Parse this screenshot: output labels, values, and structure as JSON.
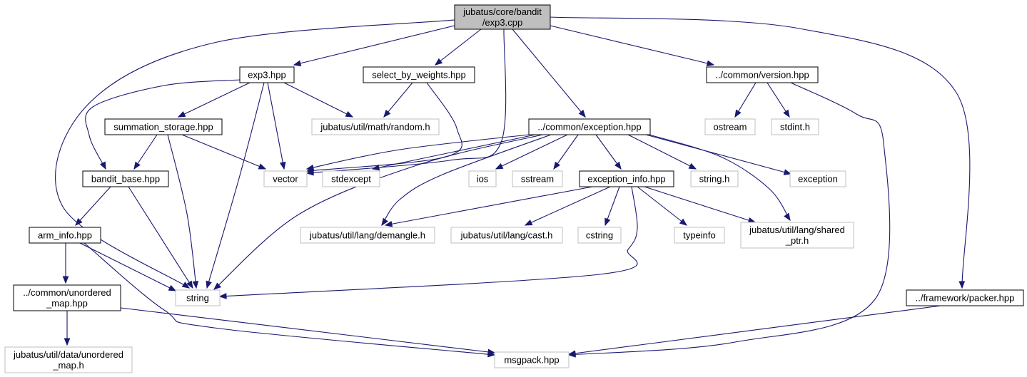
{
  "diagram": {
    "type": "include-dependency-graph",
    "colors": {
      "edge": "#191970",
      "node_border": "#000000",
      "external_border": "#bfbfbf",
      "root_fill": "#bfbfbf"
    },
    "nodes": [
      {
        "id": "exp3_cpp",
        "lines": [
          "jubatus/core/bandit",
          "/exp3.cpp"
        ],
        "kind": "root"
      },
      {
        "id": "exp3_hpp",
        "lines": [
          "exp3.hpp"
        ],
        "kind": "local"
      },
      {
        "id": "select_by_weights",
        "lines": [
          "select_by_weights.hpp"
        ],
        "kind": "local"
      },
      {
        "id": "version_hpp",
        "lines": [
          "../common/version.hpp"
        ],
        "kind": "local"
      },
      {
        "id": "summation_storage",
        "lines": [
          "summation_storage.hpp"
        ],
        "kind": "local"
      },
      {
        "id": "random_h",
        "lines": [
          "jubatus/util/math/random.h"
        ],
        "kind": "external"
      },
      {
        "id": "exception_hpp",
        "lines": [
          "../common/exception.hpp"
        ],
        "kind": "local"
      },
      {
        "id": "ostream",
        "lines": [
          "ostream"
        ],
        "kind": "external"
      },
      {
        "id": "stdint_h",
        "lines": [
          "stdint.h"
        ],
        "kind": "external"
      },
      {
        "id": "bandit_base",
        "lines": [
          "bandit_base.hpp"
        ],
        "kind": "local"
      },
      {
        "id": "vector",
        "lines": [
          "vector"
        ],
        "kind": "external"
      },
      {
        "id": "stdexcept",
        "lines": [
          "stdexcept"
        ],
        "kind": "external"
      },
      {
        "id": "ios",
        "lines": [
          "ios"
        ],
        "kind": "external"
      },
      {
        "id": "sstream",
        "lines": [
          "sstream"
        ],
        "kind": "external"
      },
      {
        "id": "exception_info",
        "lines": [
          "exception_info.hpp"
        ],
        "kind": "local"
      },
      {
        "id": "string_h",
        "lines": [
          "string.h"
        ],
        "kind": "external"
      },
      {
        "id": "exception",
        "lines": [
          "exception"
        ],
        "kind": "external"
      },
      {
        "id": "arm_info",
        "lines": [
          "arm_info.hpp"
        ],
        "kind": "local"
      },
      {
        "id": "demangle_h",
        "lines": [
          "jubatus/util/lang/demangle.h"
        ],
        "kind": "external"
      },
      {
        "id": "cast_h",
        "lines": [
          "jubatus/util/lang/cast.h"
        ],
        "kind": "external"
      },
      {
        "id": "cstring",
        "lines": [
          "cstring"
        ],
        "kind": "external"
      },
      {
        "id": "typeinfo",
        "lines": [
          "typeinfo"
        ],
        "kind": "external"
      },
      {
        "id": "shared_ptr_h",
        "lines": [
          "jubatus/util/lang/shared",
          "_ptr.h"
        ],
        "kind": "external"
      },
      {
        "id": "unordered_map_hpp",
        "lines": [
          "../common/unordered",
          "_map.hpp"
        ],
        "kind": "local"
      },
      {
        "id": "string",
        "lines": [
          "string"
        ],
        "kind": "external"
      },
      {
        "id": "packer_hpp",
        "lines": [
          "../framework/packer.hpp"
        ],
        "kind": "local"
      },
      {
        "id": "util_unordered_map",
        "lines": [
          "jubatus/util/data/unordered",
          "_map.h"
        ],
        "kind": "external"
      },
      {
        "id": "msgpack_hpp",
        "lines": [
          "msgpack.hpp"
        ],
        "kind": "external"
      }
    ],
    "edges": [
      [
        "exp3_cpp",
        "exp3_hpp"
      ],
      [
        "exp3_cpp",
        "select_by_weights"
      ],
      [
        "exp3_cpp",
        "version_hpp"
      ],
      [
        "exp3_cpp",
        "exception_hpp"
      ],
      [
        "exp3_cpp",
        "vector"
      ],
      [
        "exp3_cpp",
        "string"
      ],
      [
        "exp3_cpp",
        "packer_hpp"
      ],
      [
        "exp3_hpp",
        "summation_storage"
      ],
      [
        "exp3_hpp",
        "bandit_base"
      ],
      [
        "exp3_hpp",
        "random_h"
      ],
      [
        "exp3_hpp",
        "vector"
      ],
      [
        "exp3_hpp",
        "string"
      ],
      [
        "select_by_weights",
        "random_h"
      ],
      [
        "select_by_weights",
        "vector"
      ],
      [
        "version_hpp",
        "ostream"
      ],
      [
        "version_hpp",
        "stdint_h"
      ],
      [
        "version_hpp",
        "msgpack_hpp"
      ],
      [
        "summation_storage",
        "bandit_base"
      ],
      [
        "summation_storage",
        "vector"
      ],
      [
        "summation_storage",
        "string"
      ],
      [
        "exception_hpp",
        "vector"
      ],
      [
        "exception_hpp",
        "stdexcept"
      ],
      [
        "exception_hpp",
        "ios"
      ],
      [
        "exception_hpp",
        "sstream"
      ],
      [
        "exception_hpp",
        "exception_info"
      ],
      [
        "exception_hpp",
        "string_h"
      ],
      [
        "exception_hpp",
        "exception"
      ],
      [
        "exception_hpp",
        "demangle_h"
      ],
      [
        "exception_hpp",
        "shared_ptr_h"
      ],
      [
        "exception_hpp",
        "string"
      ],
      [
        "bandit_base",
        "arm_info"
      ],
      [
        "bandit_base",
        "string"
      ],
      [
        "exception_info",
        "demangle_h"
      ],
      [
        "exception_info",
        "cast_h"
      ],
      [
        "exception_info",
        "cstring"
      ],
      [
        "exception_info",
        "typeinfo"
      ],
      [
        "exception_info",
        "shared_ptr_h"
      ],
      [
        "exception_info",
        "string"
      ],
      [
        "arm_info",
        "unordered_map_hpp"
      ],
      [
        "arm_info",
        "string"
      ],
      [
        "arm_info",
        "msgpack_hpp"
      ],
      [
        "unordered_map_hpp",
        "util_unordered_map"
      ],
      [
        "unordered_map_hpp",
        "msgpack_hpp"
      ],
      [
        "packer_hpp",
        "msgpack_hpp"
      ]
    ]
  }
}
